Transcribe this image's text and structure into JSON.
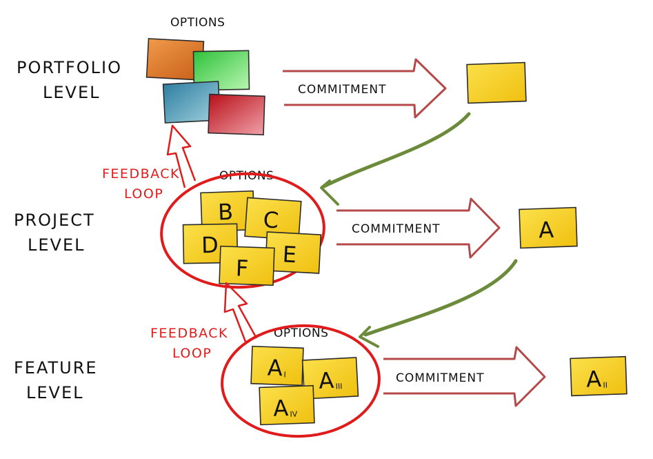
{
  "levels": {
    "portfolio": [
      "PORTFOLIO",
      "LEVEL"
    ],
    "project": [
      "PROJECT",
      "LEVEL"
    ],
    "feature": [
      "FEATURE",
      "LEVEL"
    ]
  },
  "options_label": "OPTIONS",
  "commitment_label": "COMMITMENT",
  "feedback_loop": [
    "FEEDBACK",
    "LOOP"
  ],
  "project_options": [
    "B",
    "C",
    "D",
    "E",
    "F"
  ],
  "project_commitment": "A",
  "feature_options": [
    {
      "letter": "A",
      "sub": "I"
    },
    {
      "letter": "A",
      "sub": "III"
    },
    {
      "letter": "A",
      "sub": "IV"
    }
  ],
  "feature_commitment": {
    "letter": "A",
    "sub": "II"
  },
  "colors": {
    "sticky_yellow": "#f7d21f",
    "portfolio_orange": "#e07a2a",
    "portfolio_green": "#3ec94a",
    "portfolio_blue": "#3b8fb0",
    "portfolio_red": "#c5212a",
    "commit_arrow": "#b54848",
    "feedback_red": "#e01b1b",
    "flow_green": "#6b8a3a"
  }
}
